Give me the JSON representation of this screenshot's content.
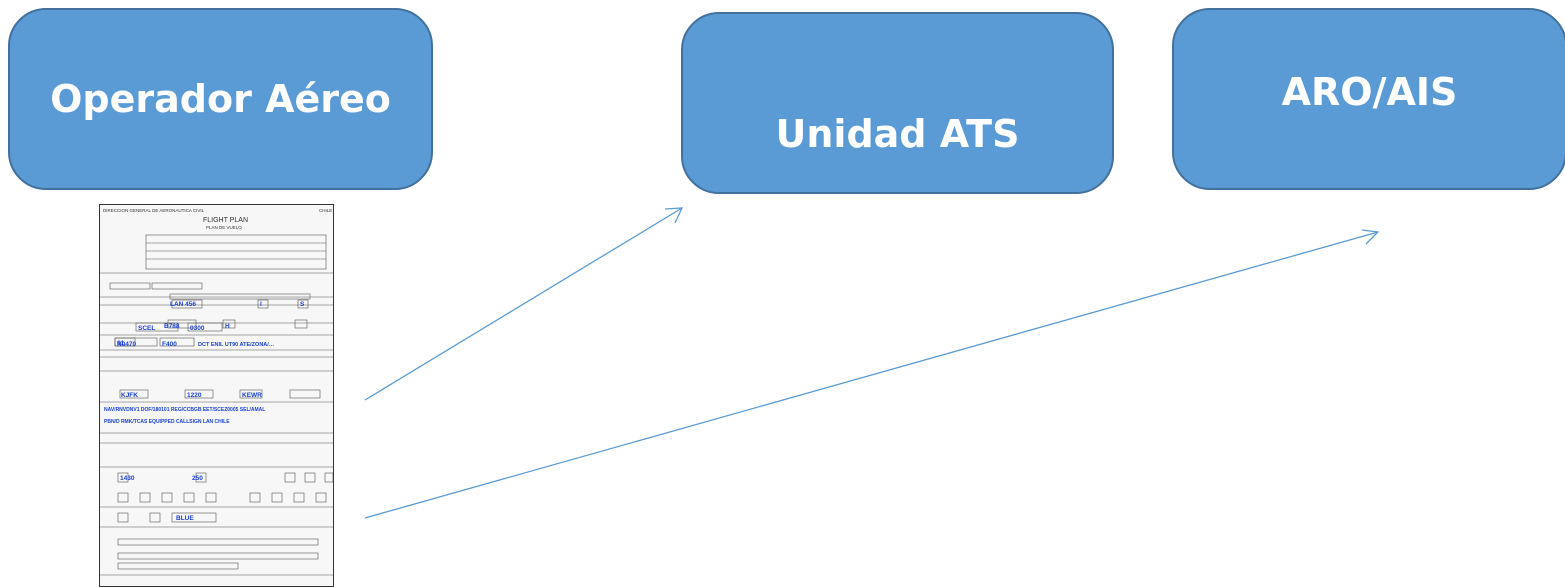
{
  "boxes": [
    {
      "label": "Operador Aéreo"
    },
    {
      "label": "Unidad ATS"
    },
    {
      "label": "ARO/AIS"
    }
  ],
  "form": {
    "header": "DIRECCION GENERAL DE AERONAUTICA CIVIL",
    "code": "CHILE",
    "title": "FLIGHT PLAN",
    "subtitle": "PLAN DE VUELO",
    "aircraft_id": "LAN 456",
    "flight_rules": "I",
    "flight_type": "S",
    "number": "01",
    "aircraft_type": "B788",
    "wake": "H",
    "departure": "SCEL",
    "time": "0300",
    "speed": "N0470",
    "level": "F400",
    "route": "DCT ENIL UT90 ATE/ZONA/…",
    "destination": "KJFK",
    "eet": "1220",
    "alternate": "KEWR",
    "other_info": "NAV/RNVDNV1 DOF/180101 REG/CCBGB EET/SCEZ0005 SEL/AMAL",
    "other_info2": "PBN/D RMK/TCAS EQUIPPED CALLSIGN LAN CHILE",
    "endurance": "1430",
    "persons": "250",
    "colors": "BLUE"
  },
  "colors": {
    "box_fill": "#5b9bd5",
    "box_border": "#41719c",
    "arrow": "#5b9bd5",
    "ink": "#1a3fd9"
  }
}
